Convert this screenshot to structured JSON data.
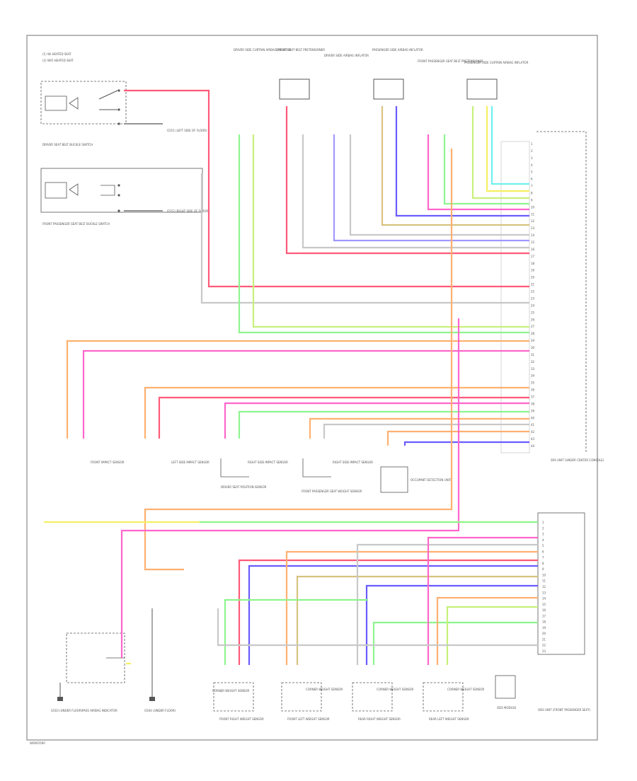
{
  "diagram": {
    "figure_code": "W0002590",
    "legend": {
      "line1": "(1) W/ HEATED SEAT",
      "line2": "(2) W/O HEATED SEAT"
    },
    "components": {
      "driver_buckle": "DRIVER SEAT BELT BUCKLE SWITCH",
      "pass_buckle": "FRONT PASSENGER SEAT BELT BUCKLE SWITCH",
      "g1": "G551 (LEFT SIDE OF FLOOR)",
      "g2": "G552 (RIGHT SIDE OF FLOOR)",
      "top1": "DRIVER SIDE CURTAIN AIRBAG INFLATOR",
      "top2": "DRIVER SEAT BELT PRETENSIONER",
      "top3": "DRIVER SIDE AIRBAG INFLATOR",
      "top4": "PASSENGER SIDE AIRBAG INFLATOR",
      "top5": "FRONT PASSENGER SEAT BELT PRETENSIONER",
      "top6": "PASSENGER SIDE CURTAIN AIRBAG INFLATOR",
      "srs_unit": "SRS UNIT (UNDER CENTER CONSOLE)",
      "mid1": "FRONT IMPACT SENSOR",
      "mid2": "LEFT SIDE IMPACT SENSOR",
      "mid3": "RIGHT SIDE IMPACT SENSOR",
      "mid4": "RIGHT SIDE IMPACT SENSOR",
      "mid5": "DRIVER SEAT POSITION SENSOR",
      "mid6": "FRONT PASSENGER SEAT WEIGHT SENSOR",
      "odu": "OCCUPANT DETECTION UNIT",
      "ods_unit": "ODS UNIT (FRONT PASSENGER SEAT)",
      "bot1": "CORNER WEIGHT SENSOR",
      "bot2": "CORNER WEIGHT SENSOR",
      "bot3": "CORNER WEIGHT SENSOR",
      "bot4": "CORNER WEIGHT SENSOR",
      "sub1": "FRONT RIGHT WEIGHT SENSOR",
      "sub2": "FRONT LEFT WEIGHT SENSOR",
      "sub3": "REAR RIGHT WEIGHT SENSOR",
      "sub4": "REAR LEFT WEIGHT SENSOR",
      "indicator": "PASS AIRBAG INDICATOR",
      "ods_module": "ODS MODULE",
      "g3": "G503 (UNDER FLOOR)",
      "g4": "G504 (UNDER FLOOR)"
    },
    "pins": {
      "srs": [
        "1",
        "2",
        "3",
        "4",
        "5",
        "6",
        "7",
        "8",
        "9",
        "10",
        "11",
        "12",
        "13",
        "14",
        "15",
        "16",
        "17",
        "18",
        "19",
        "20",
        "21",
        "22",
        "23",
        "24",
        "25",
        "26",
        "27",
        "28",
        "29",
        "30",
        "31",
        "32",
        "33",
        "34",
        "35",
        "36",
        "37",
        "38",
        "39",
        "40",
        "41",
        "42",
        "43",
        "44"
      ],
      "ods": [
        "1",
        "2",
        "3",
        "4",
        "5",
        "6",
        "7",
        "8",
        "9",
        "10",
        "11",
        "12",
        "13",
        "14",
        "15",
        "16",
        "17",
        "18",
        "19",
        "20",
        "21",
        "22",
        "23"
      ]
    },
    "wire_colors": {
      "red": "#ff5a78",
      "pink": "#ff66cc",
      "orange": "#ffb070",
      "green": "#8ef58e",
      "lime": "#c8f07a",
      "blue": "#6a5cff",
      "lightblue": "#9f98ff",
      "yellow": "#f5f060",
      "cyan": "#6ff0f0",
      "tan": "#d8c280",
      "grey": "#c8c8c8",
      "dark": "#444444"
    }
  }
}
